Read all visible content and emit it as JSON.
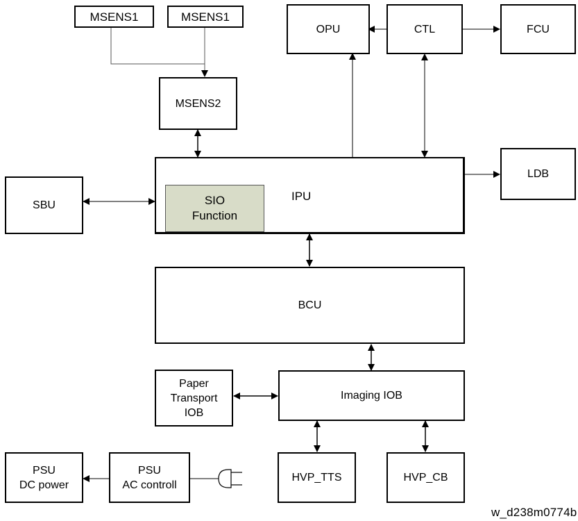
{
  "diagram": {
    "nodes": {
      "msens1_left": "MSENS1",
      "msens1_right": "MSENS1",
      "msens2": "MSENS2",
      "opu": "OPU",
      "ctl": "CTL",
      "fcu": "FCU",
      "ldb": "LDB",
      "sbu": "SBU",
      "ipu": "IPU",
      "sio_function": "SIO\nFunction",
      "bcu": "BCU",
      "paper_transport_iob": "Paper\nTransport\nIOB",
      "imaging_iob": "Imaging IOB",
      "psu_dc": "PSU\nDC power",
      "psu_ac": "PSU\nAC controll",
      "hvp_tts": "HVP_TTS",
      "hvp_cb": "HVP_CB"
    },
    "figure_id": "w_d238m0774b",
    "icons": [
      "power-plug-icon"
    ]
  }
}
